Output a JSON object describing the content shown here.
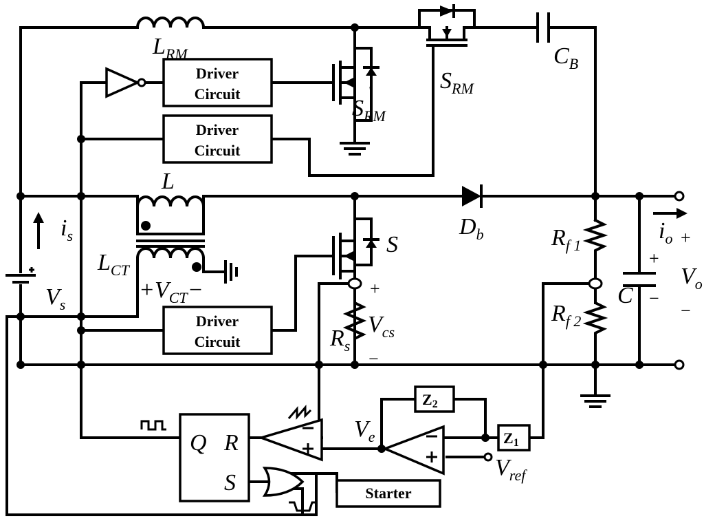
{
  "labels": {
    "l_rm": "L",
    "l_rm_sub": "RM",
    "c_b": "C",
    "c_b_sub": "B",
    "s_rm": "S",
    "s_rm_sub": "RM",
    "s_rm_p": "S",
    "s_rm_p_sub": "RM",
    "l": "L",
    "l_ct": "L",
    "l_ct_sub": "CT",
    "v_ct": "+V",
    "v_ct_sub": "CT",
    "v_ct_end": "−",
    "i_s": "i",
    "i_s_sub": "s",
    "v_s": "V",
    "v_s_sub": "s",
    "s": "S",
    "d_b": "D",
    "d_b_sub": "b",
    "r_f1": "R",
    "r_f1_sub": "f 1",
    "r_f2": "R",
    "r_f2_sub": "f 2",
    "c": "C",
    "i_o": "i",
    "i_o_sub": "o",
    "i_o_plus": "+",
    "v_o": "V",
    "v_o_sub": "o",
    "v_o_minus": "−",
    "cap_plus": "+",
    "cap_minus": "−",
    "v_cs": "V",
    "v_cs_sub": "cs",
    "v_cs_plus": "+",
    "v_cs_minus": "−",
    "r_s": "R",
    "r_s_sub": "s",
    "v_e": "V",
    "v_e_sub": "e",
    "v_ref": "V",
    "v_ref_sub": "ref",
    "z1": "Z",
    "z1_sub": "1",
    "z2": "Z",
    "z2_sub": "2",
    "ff_q": "Q",
    "ff_r": "R",
    "ff_s": "S"
  },
  "blocks": {
    "driver1_l1": "Driver",
    "driver1_l2": "Circuit",
    "driver2_l1": "Driver",
    "driver2_l2": "Circuit",
    "driver3_l1": "Driver",
    "driver3_l2": "Circuit",
    "starter": "Starter"
  }
}
